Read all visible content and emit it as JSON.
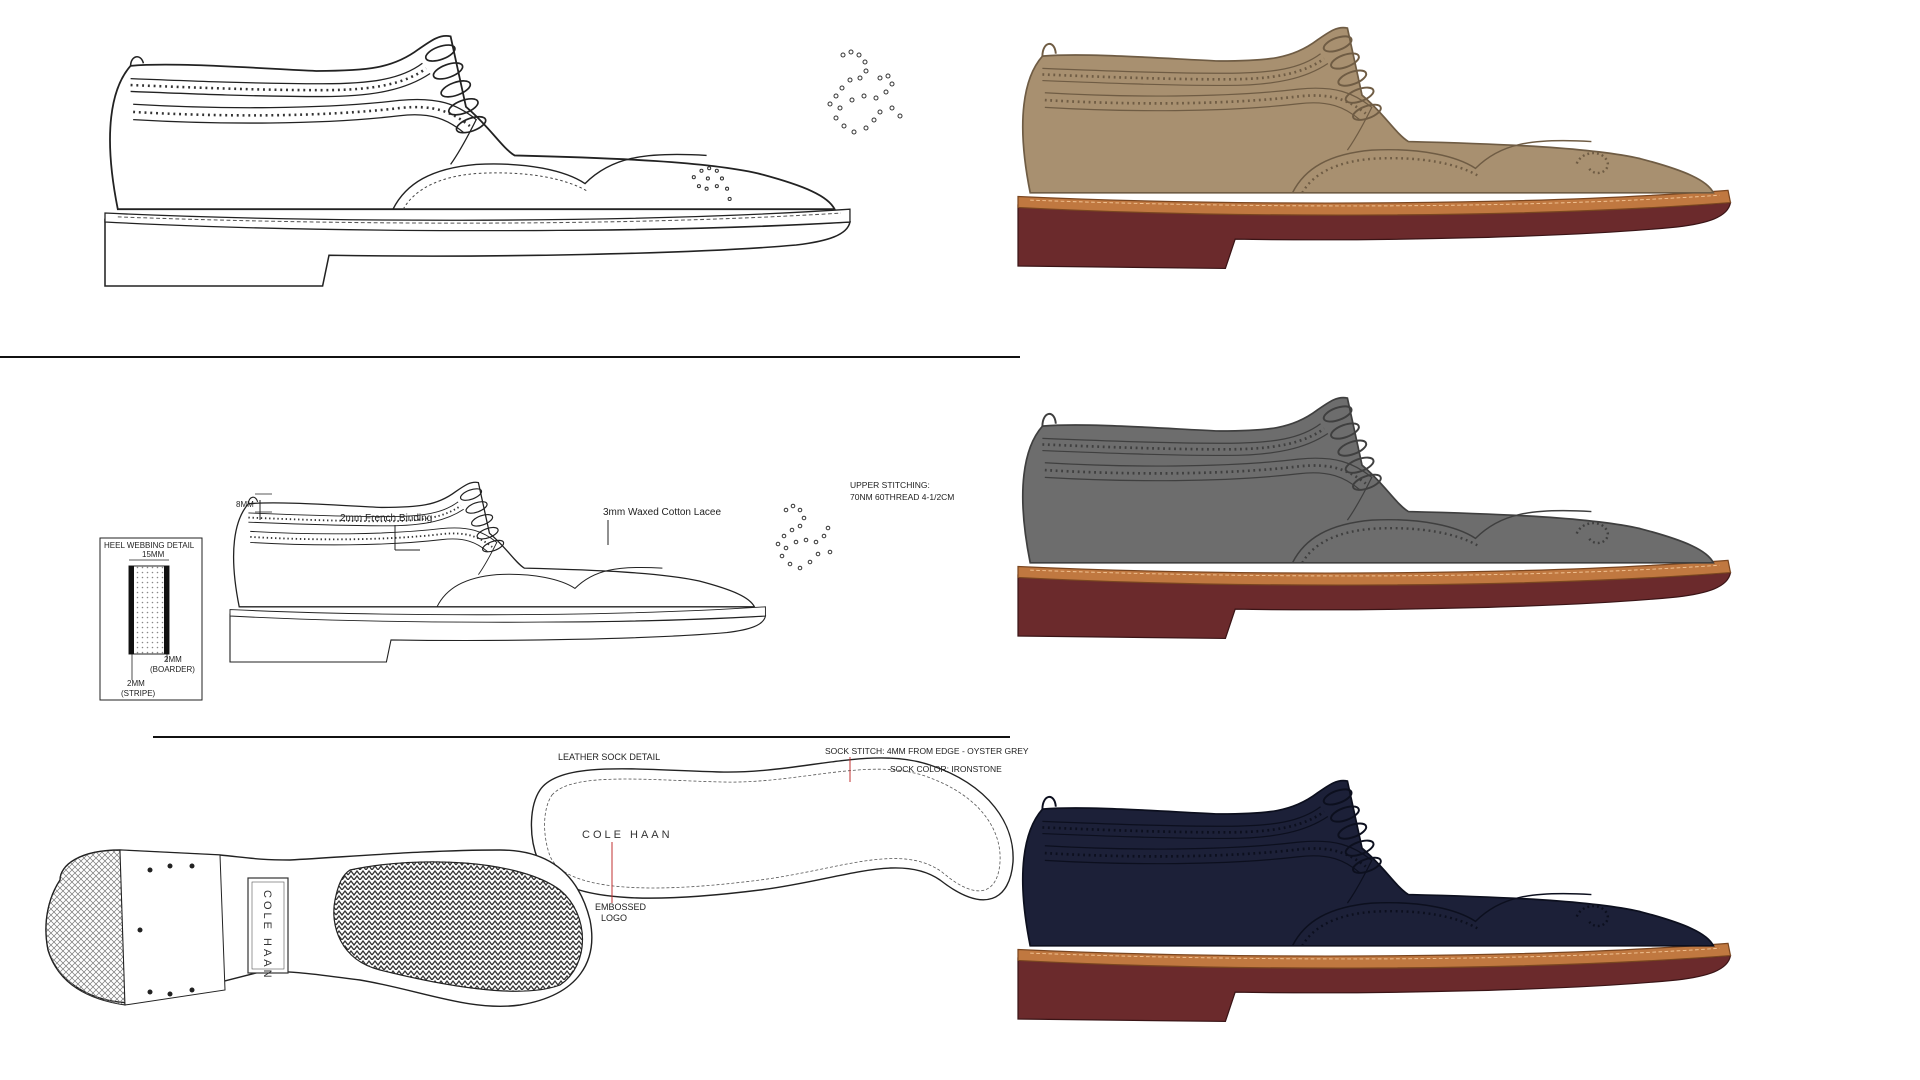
{
  "annotations": {
    "heel_webbing_title": "HEEL WEBBING DETAIL",
    "heel_15mm": "15MM",
    "heel_2mm_border_a": "2MM",
    "heel_2mm_border_b": "(BOARDER)",
    "heel_2mm_stripe_a": "2MM",
    "heel_2mm_stripe_b": "(STRIPE)",
    "dim_8mm": "8MM",
    "french_binding": "2mm French Binding",
    "waxed_laces": "3mm Waxed Cotton Lacee",
    "upper_stitching_a": "UPPER STITCHING:",
    "upper_stitching_b": "70NM 60THREAD 4-1/2CM",
    "leather_sock_detail": "LEATHER SOCK DETAIL",
    "sock_stitch": "SOCK STITCH: 4MM FROM EDGE - OYSTER GREY",
    "sock_color": "SOCK COLOR: IRONSTONE",
    "embossed_a": "EMBOSSED",
    "embossed_b": "LOGO"
  },
  "logos": {
    "sock_logo": "COLE HAAN",
    "outsole_logo": "COLE HAAN"
  },
  "colorways": [
    {
      "name": "tan",
      "upper": "#a89070",
      "upper_dark": "#6f5c44",
      "welt": "#c07840",
      "sole": "#6b2a2c"
    },
    {
      "name": "grey",
      "upper": "#6d6d6d",
      "upper_dark": "#3f3f3f",
      "welt": "#c07840",
      "sole": "#6b2a2c"
    },
    {
      "name": "navy",
      "upper": "#1c2038",
      "upper_dark": "#0c0f1e",
      "welt": "#c07840",
      "sole": "#6b2a2c"
    }
  ]
}
